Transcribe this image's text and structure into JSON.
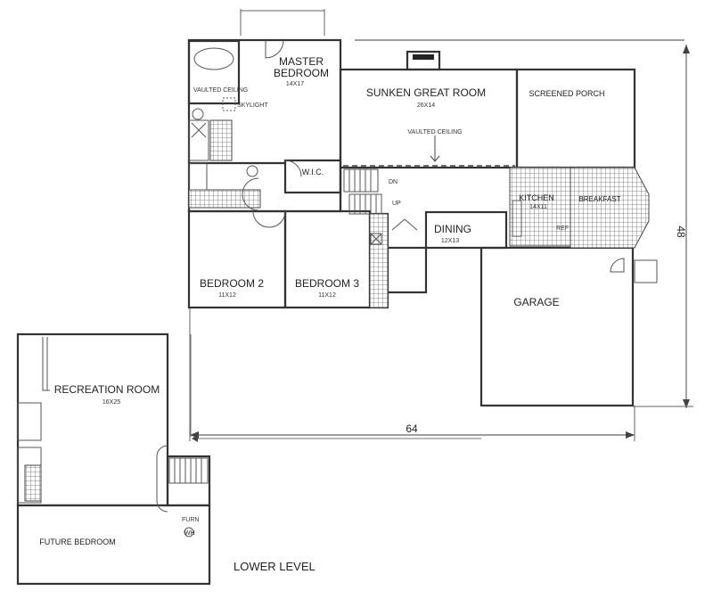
{
  "main_level": {
    "rooms": [
      {
        "name": "MASTER BEDROOM",
        "line1": "MASTER",
        "line2": "BEDROOM",
        "size": "14X17"
      },
      {
        "name": "SUNKEN GREAT ROOM",
        "size": "26X14"
      },
      {
        "name": "SCREENED PORCH"
      },
      {
        "name": "KITCHEN",
        "size": "14X11"
      },
      {
        "name": "BREAKFAST"
      },
      {
        "name": "DINING",
        "size": "12X13"
      },
      {
        "name": "BEDROOM 2",
        "size": "11X12"
      },
      {
        "name": "BEDROOM 3",
        "size": "11X12"
      },
      {
        "name": "GARAGE"
      },
      {
        "name": "W.I.C."
      }
    ],
    "notes": {
      "vaulted_ceiling_master": "VAULTED CEILING",
      "skylight": "SKYLIGHT",
      "vaulted_ceiling_great": "VAULTED CEILING",
      "stairs_down": "DN",
      "stairs_up": "UP",
      "ref": "REF"
    },
    "dimensions": {
      "width": "64",
      "depth": "48"
    }
  },
  "lower_level": {
    "title": "LOWER LEVEL",
    "rooms": [
      {
        "name": "RECREATION ROOM",
        "size": "16X25"
      },
      {
        "name": "FUTURE BEDROOM"
      }
    ],
    "notes": {
      "furn": "FURN",
      "wh": "WH"
    }
  }
}
